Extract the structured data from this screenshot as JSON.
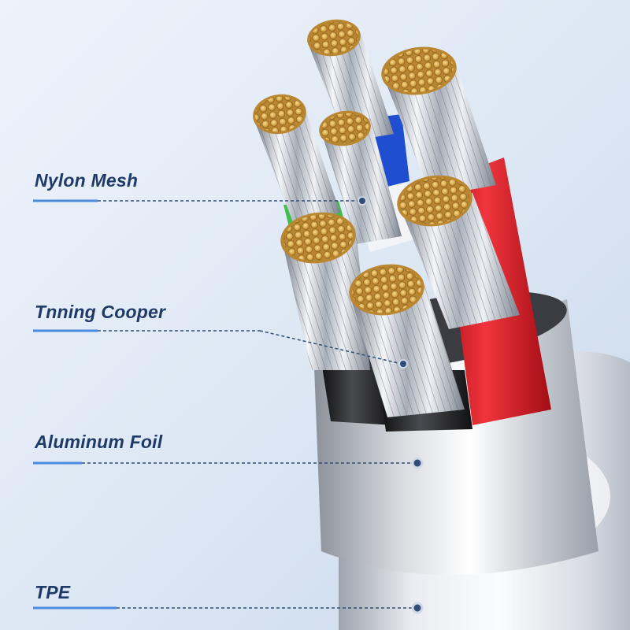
{
  "labels": {
    "nylon_mesh": "Nylon Mesh",
    "tinning_copper": "Tnning Cooper",
    "aluminum_foil": "Aluminum Foil",
    "tpe": "TPE"
  },
  "colors": {
    "background": "#dfe9f5",
    "label_text": "#1e3a66",
    "leader_line": "#2f4d78",
    "accent_underline": "#4a8be0",
    "copper": "#d9a94b",
    "wire_red": "#e0222b",
    "wire_blue": "#1f4fd0",
    "wire_green": "#3fbf4a",
    "wire_white": "#f2f4f7",
    "wire_black": "#1b1b1d",
    "jacket_white": "#eef0f4"
  },
  "icons": [
    "cable-cross-section-image",
    "leader-dot-icon"
  ]
}
